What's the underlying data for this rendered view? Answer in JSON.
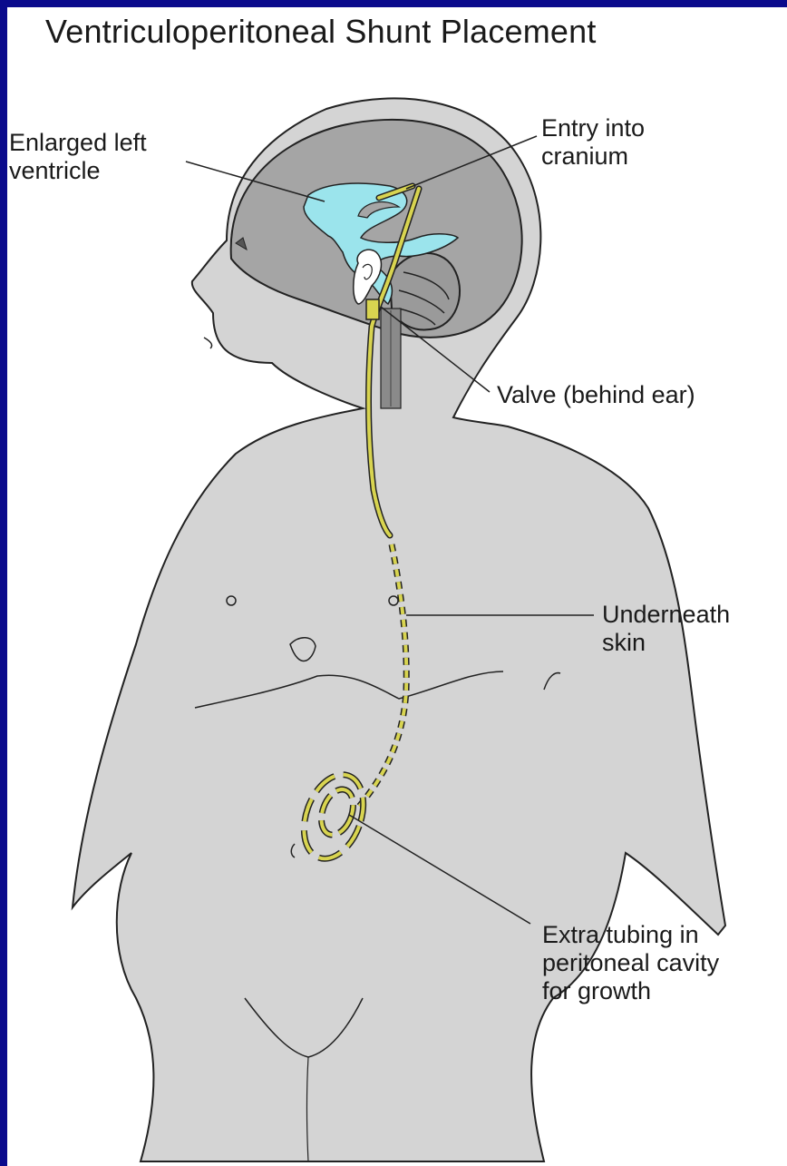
{
  "title": "Ventriculoperitoneal Shunt Placement",
  "labels": {
    "ventricle": "Enlarged left\nventricle",
    "entry": "Entry into\ncranium",
    "valve": "Valve (behind ear)",
    "underneath": "Underneath\nskin",
    "tubing": "Extra tubing in\nperitoneal cavity\nfor growth"
  },
  "colors": {
    "frame": "#0a0a8c",
    "skin": "#d4d4d4",
    "brain": "#a5a5a5",
    "ventricle": "#9be4ec",
    "tube": "#d8d450"
  }
}
